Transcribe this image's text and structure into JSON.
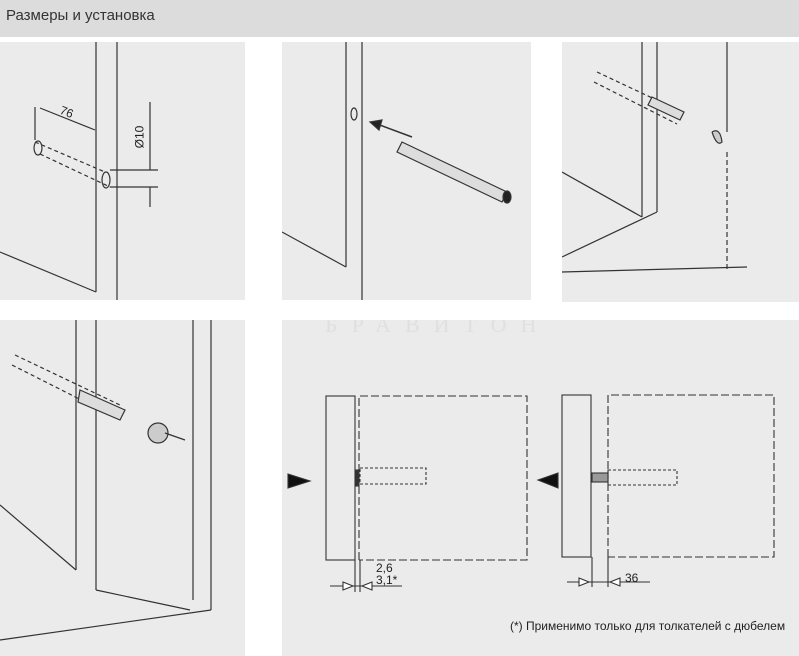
{
  "header": {
    "title": "Размеры и установка"
  },
  "panel1": {
    "dim_depth": "76",
    "dim_diameter": "Ø10"
  },
  "panel5": {
    "dim_gap": "2,6",
    "dim_gap_alt": "3,1*",
    "dim_distance": "36",
    "footnote": "(*) Применимо только для толкателей с дюбелем"
  },
  "watermark": "БРАВИТОН"
}
